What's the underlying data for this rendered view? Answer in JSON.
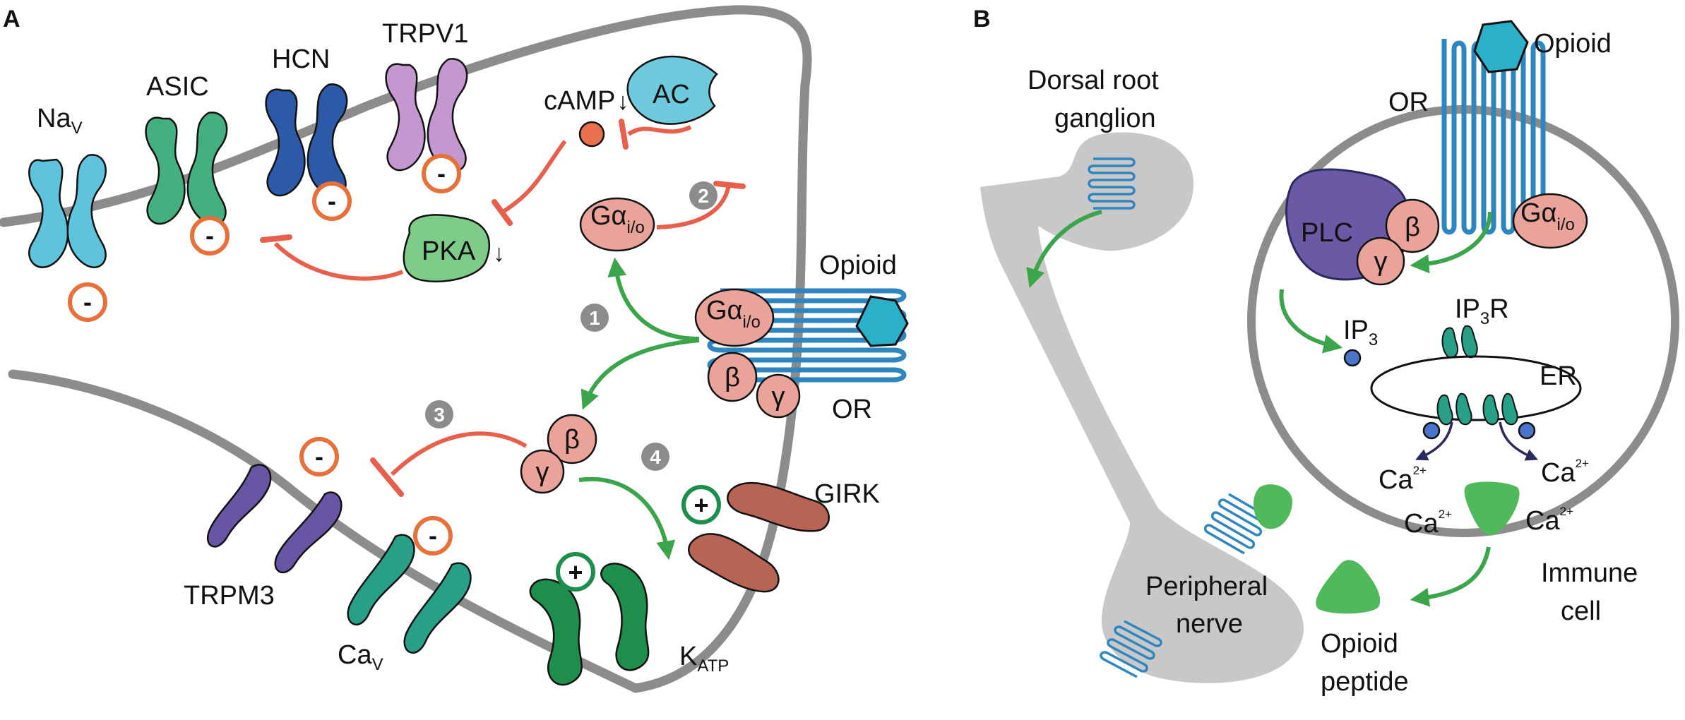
{
  "panels": {
    "a": "A",
    "b": "B"
  },
  "panel_a": {
    "channels": {
      "nav_main": "Na",
      "nav_sub": "V",
      "asic": "ASIC",
      "hcn": "HCN",
      "trpv1": "TRPV1",
      "trpm3": "TRPM3",
      "cav_main": "Ca",
      "cav_sub": "V",
      "katp_main": "K",
      "katp_sub": "ATP",
      "girk": "GIRK"
    },
    "signals": {
      "camp": "cAMP",
      "down_arrow": "↓",
      "ac": "AC",
      "pka": "PKA",
      "g_alpha_main": "Gα",
      "g_alpha_sub": "i/o",
      "beta": "β",
      "gamma": "γ",
      "opioid": "Opioid",
      "or": "OR"
    },
    "steps": [
      "1",
      "2",
      "3",
      "4"
    ],
    "inhibit_symbol": "-",
    "activate_symbol": "+"
  },
  "panel_b": {
    "labels": {
      "drg_line1": "Dorsal root",
      "drg_line2": "ganglion",
      "peripheral_line1": "Peripheral",
      "peripheral_line2": "nerve",
      "opioid": "Opioid",
      "or": "OR",
      "plc": "PLC",
      "beta": "β",
      "gamma": "γ",
      "g_alpha_main": "Gα",
      "g_alpha_sub": "i/o",
      "ip3_main": "IP",
      "ip3_sub": "3",
      "ip3r_main": "IP",
      "ip3r_sub": "3",
      "ip3r_tail": "R",
      "er": "ER",
      "ca": "Ca",
      "ca_sup": "2+",
      "immune_line1": "Immune",
      "immune_line2": "cell",
      "peptide_line1": "Opioid",
      "peptide_line2": "peptide"
    }
  },
  "colors": {
    "membrane": "#8c8c8c",
    "inhibit": "#e8604c",
    "activate": "#3aa54a",
    "receptor": "#2e86c1",
    "opioid": "#2ab0c8",
    "g_protein": "#eaa39a",
    "nav": "#5ec4dc",
    "asic": "#45b07f",
    "hcn": "#2c5aa8",
    "trpv1": "#c497d1",
    "trpm3": "#6856a5",
    "cav": "#28a089",
    "katp": "#1e8e4c",
    "girk": "#b76457",
    "pka": "#7fcb8a",
    "ac": "#6ec9dc",
    "camp": "#e8704c",
    "plc": "#6a5aa5",
    "nerve": "#c8c8c8",
    "peptide": "#4fb95c"
  }
}
